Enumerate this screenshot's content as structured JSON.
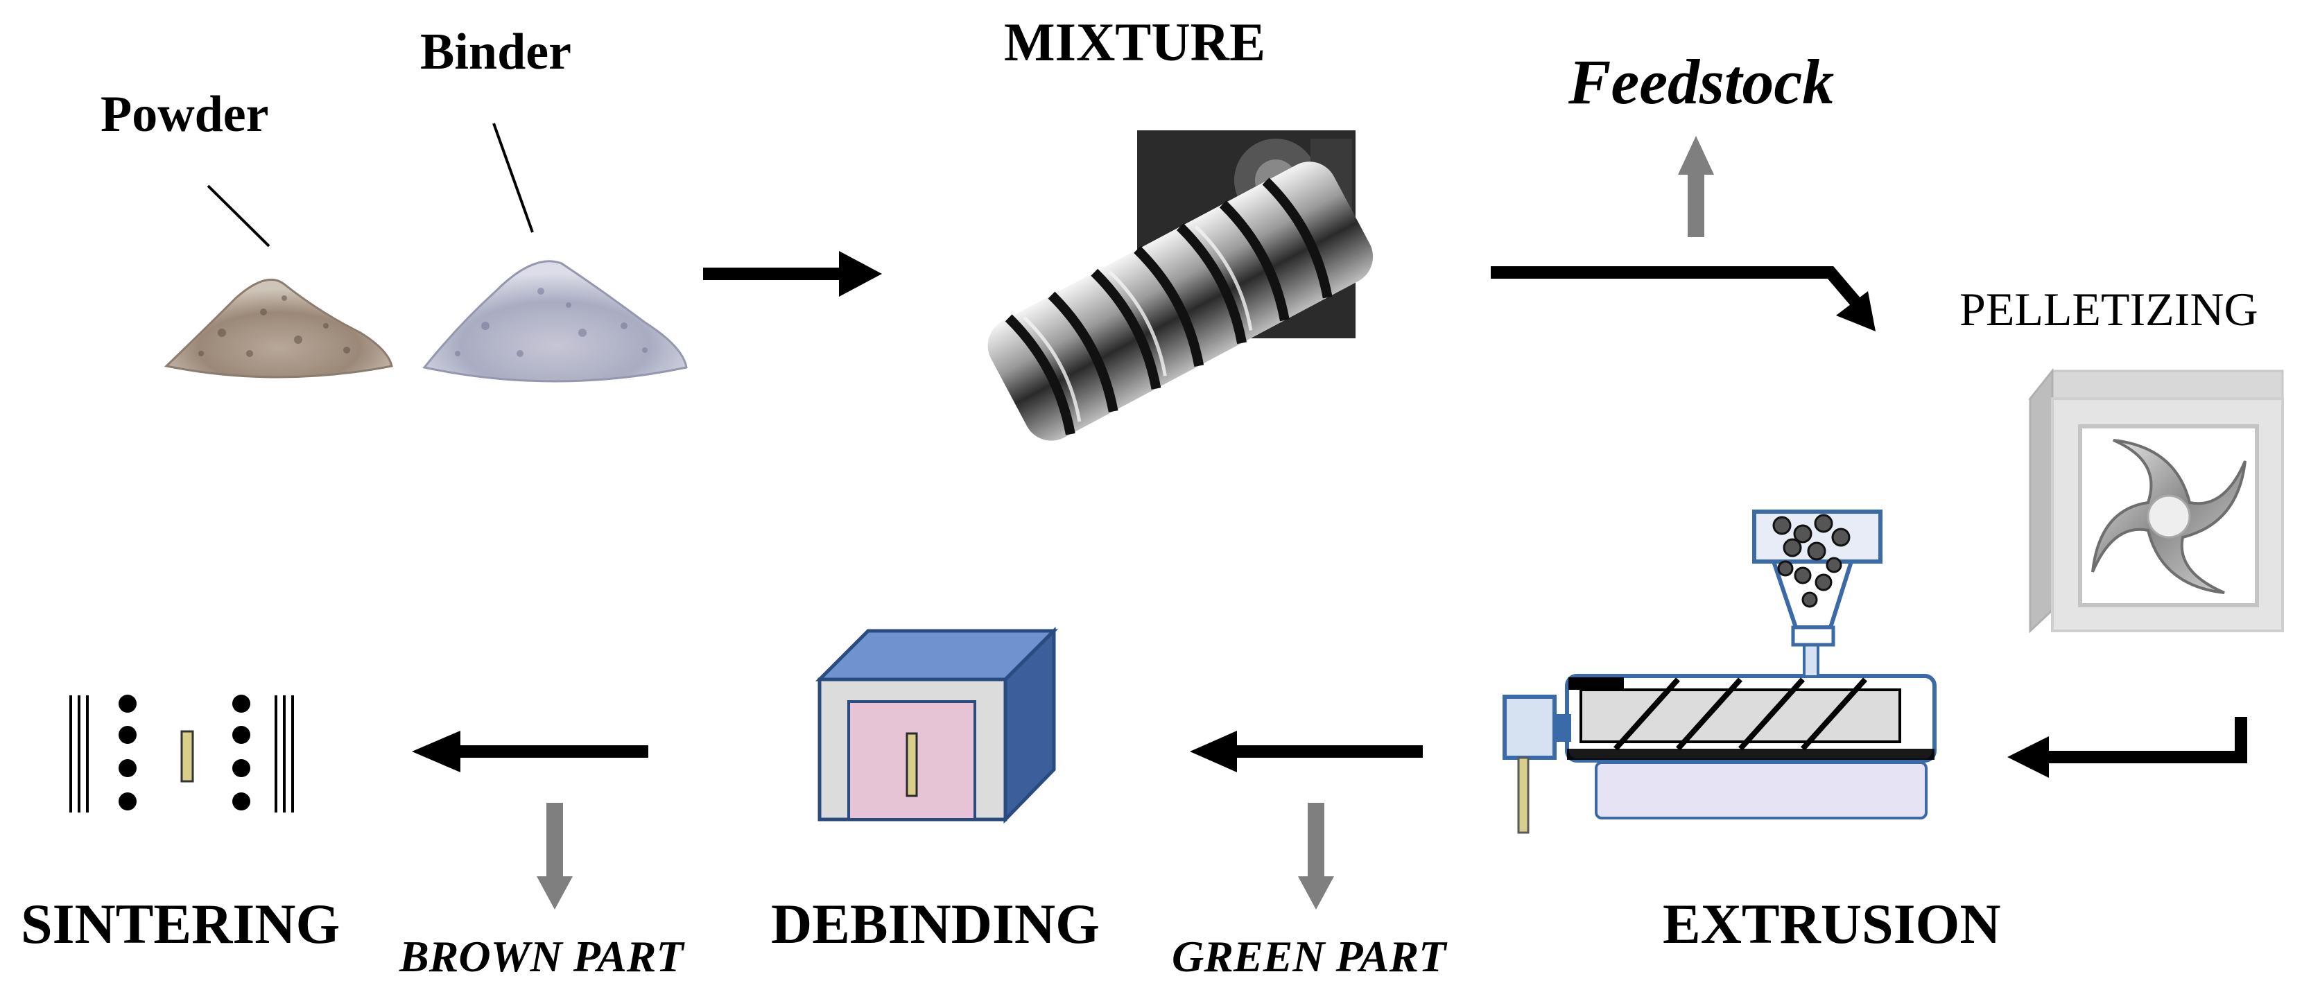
{
  "labels": {
    "powder": "Powder",
    "binder": "Binder",
    "mixture": "MIXTURE",
    "feedstock": "Feedstock",
    "pelletizing": "PELLETIZING",
    "sintering": "SINTERING",
    "brown_part": "BROWN PART",
    "debinding": "DEBINDING",
    "green_part": "GREEN PART",
    "extrusion": "EXTRUSION"
  },
  "colors": {
    "arrow_main": "#000000",
    "arrow_output": "#7f7f7f",
    "furnace_front": "#dcdcdc",
    "furnace_side": "#3a5f9a",
    "furnace_top": "#6f93cf",
    "furnace_door": "#e6c3d5",
    "part": "#d9cf8a",
    "extruder_outline": "#3a6aa8",
    "extruder_base": "#e6e4f4"
  },
  "icons": {
    "powder": "powder-pile-icon",
    "binder": "binder-pile-icon",
    "mixture": "twin-screw-mixer-icon",
    "pelletizing": "pelletizer-blade-icon",
    "extrusion": "screw-extruder-icon",
    "debinding": "debinding-furnace-icon",
    "sintering": "sintering-furnace-icon"
  }
}
